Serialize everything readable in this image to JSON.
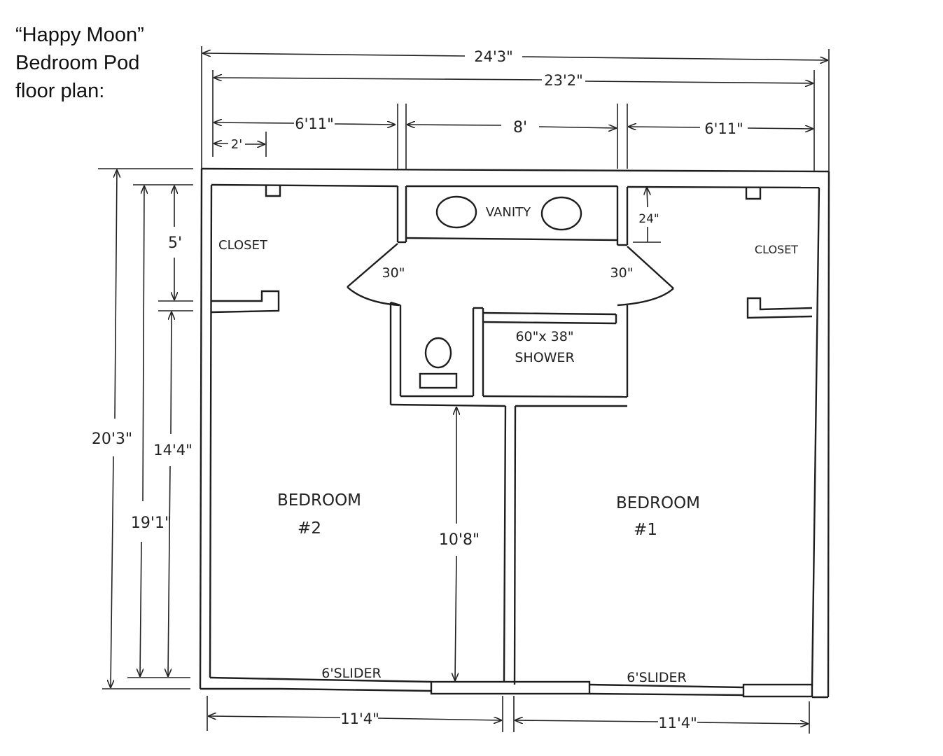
{
  "title": {
    "line1": "“Happy Moon”",
    "line2": "Bedroom Pod",
    "line3": "floor plan:"
  },
  "dimensions": {
    "overall_width": "24'3\"",
    "inner_width": "23'2\"",
    "left_section": "6'11\"",
    "middle_section": "8'",
    "right_section": "6'11\"",
    "closet_offset": "2'",
    "overall_depth": "20'3\"",
    "inner_depth": "19'1\"",
    "closet_depth": "5'",
    "bedroom_depth": "14'4\"",
    "vanity_depth": "24\"",
    "bath_to_slider": "10'8\"",
    "bedroom2_width": "11'4\"",
    "bedroom1_width": "11'4\"",
    "door_left": "30\"",
    "door_right": "30\""
  },
  "rooms": {
    "closet_left": "CLOSET",
    "closet_right": "CLOSET",
    "vanity": "VANITY",
    "shower_size": "60\"x 38\"",
    "shower": "SHOWER",
    "bedroom2_name": "BEDROOM",
    "bedroom2_num": "#2",
    "bedroom1_name": "BEDROOM",
    "bedroom1_num": "#1",
    "slider_left": "6'SLIDER",
    "slider_right": "6'SLIDER"
  }
}
